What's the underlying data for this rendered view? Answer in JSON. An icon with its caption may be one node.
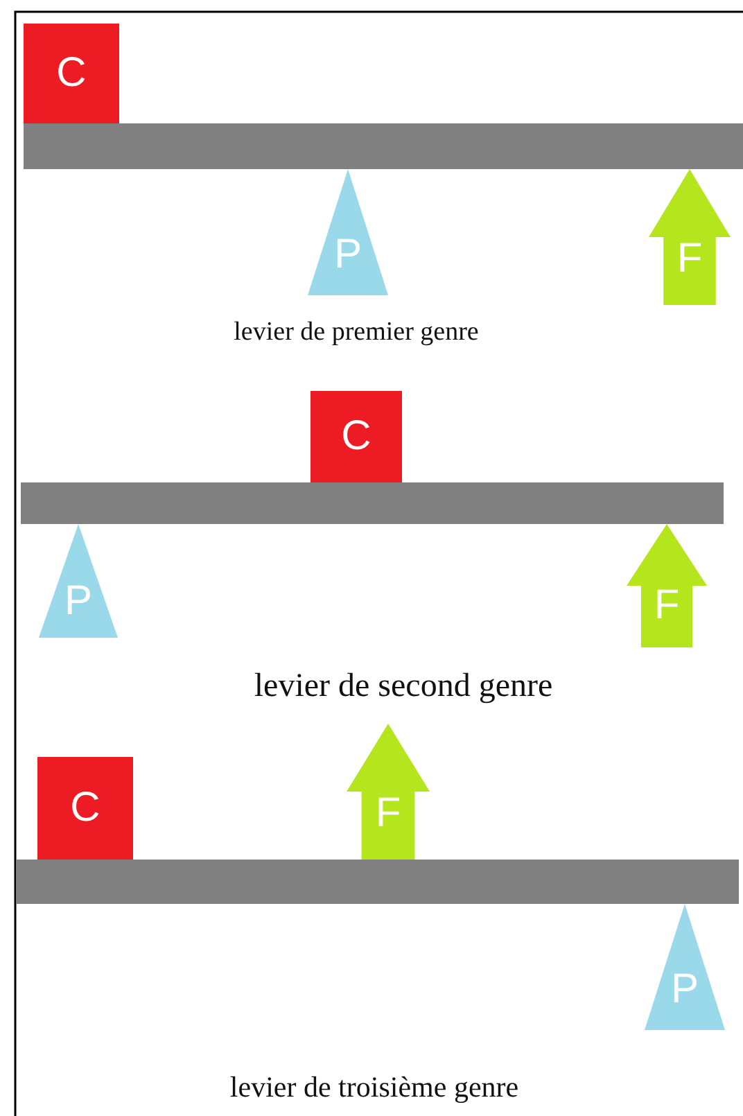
{
  "diagram": {
    "nodes": [
      {
        "text": [
          "C"
        ]
      },
      {
        "text": [],
        "shape": "bar"
      },
      {
        "text": [
          "P"
        ]
      },
      {
        "text": [
          "F"
        ]
      },
      {
        "text": [
          "C"
        ]
      },
      {
        "text": [],
        "shape": "bar"
      },
      {
        "text": [
          "P"
        ]
      },
      {
        "text": [
          "F"
        ]
      },
      {
        "text": [
          "C"
        ]
      },
      {
        "text": [
          "F"
        ]
      },
      {
        "text": [],
        "shape": "bar"
      },
      {
        "text": [
          "P"
        ]
      }
    ],
    "labels": [
      "levier de premier genre",
      "levier de second genre",
      "levier de troisième genre"
    ]
  }
}
